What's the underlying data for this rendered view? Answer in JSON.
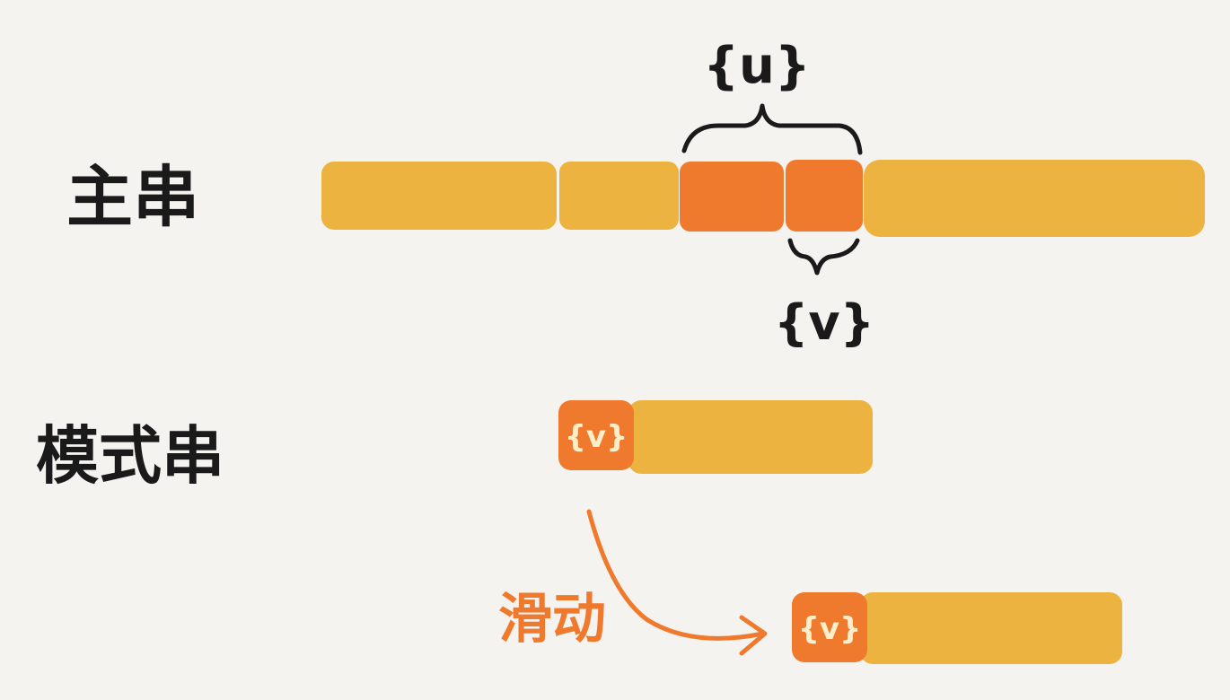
{
  "labels": {
    "main_string": "主串",
    "pattern_string": "模式串",
    "slide": "滑动"
  },
  "annotations": {
    "good_suffix_u": "{u}",
    "suffix_v": "{v}",
    "pattern_prefix_v": "{v}",
    "pattern_prefix_v_shifted": "{v}"
  },
  "colors": {
    "background": "#f5f3ef",
    "segment": "#edb340",
    "highlight": "#ef7a2d",
    "slide": "#ef7a2d",
    "ink": "#1a1a1a",
    "highlight_text": "#fbeec8"
  }
}
